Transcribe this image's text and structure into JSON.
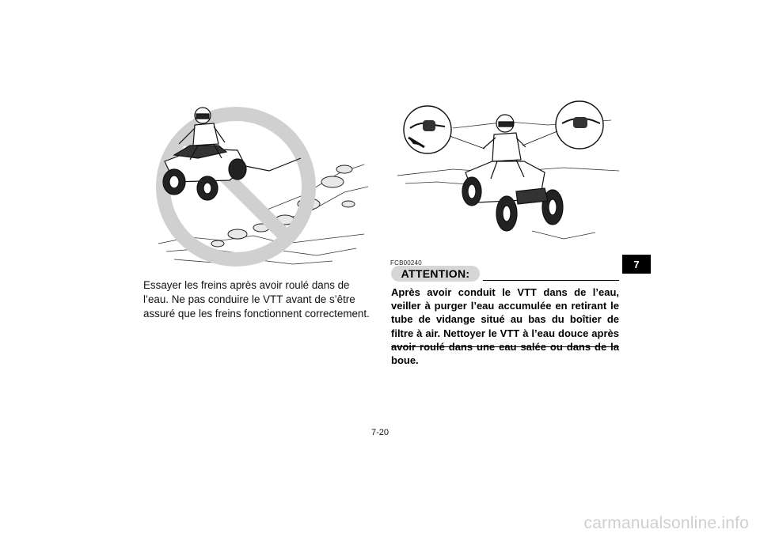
{
  "left": {
    "illustration": "atv-riding-through-water-crossed-out",
    "caption": "Essayer les freins après avoir roulé dans de l’eau. Ne pas conduire le VTT avant de s’être assuré que les freins fonctionnent correctement."
  },
  "right": {
    "illustration": "atv-rider-with-brake-lever-insets",
    "code": "FCB00240",
    "notice_label": "ATTENTION:",
    "notice_text": "Après avoir conduit le VTT dans de l’eau, veiller à purger l’eau accumulée en retirant le tube de vidange situé au bas du boîtier de filtre à air. Nettoyer le VTT à l’eau douce après avoir roulé dans une eau salée ou dans de la boue."
  },
  "chapter_tab": "7",
  "page_number": "7-20",
  "watermark": "carmanualsonline.info",
  "colors": {
    "tab": "#000000",
    "badge": "#d6d6d6",
    "prohibition_ring": "#d0d0d0",
    "watermark": "#cfcfcf"
  }
}
